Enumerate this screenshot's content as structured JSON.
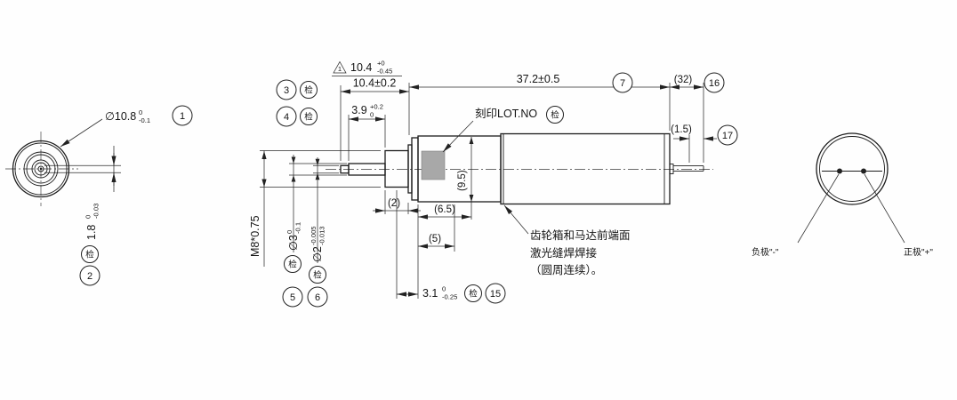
{
  "drawing": {
    "left_view": {
      "dia_label": {
        "value": "∅10.8",
        "tol_up": "0",
        "tol_dn": "-0.1",
        "balloon": "1"
      },
      "width_dim": {
        "value": "1.8",
        "tol_up": "0",
        "tol_dn": "-0.03",
        "inspect": "检",
        "balloon": "2"
      }
    },
    "main_view": {
      "flag_note": {
        "flag": "1",
        "value": "10.4",
        "tol_up": "+0",
        "tol_dn": "-0.45"
      },
      "dim_assembly": {
        "value": "10.4±0.2",
        "balloon": "3",
        "inspect": "检"
      },
      "dim_tip_len": {
        "value": "3.9",
        "tol_up": "+0.2",
        "tol_dn": "0",
        "balloon": "4",
        "inspect": "检"
      },
      "dim_body_len": {
        "value": "37.2±0.5",
        "balloon": "7"
      },
      "dim_lead_len": {
        "value": "(32)",
        "balloon": "16"
      },
      "dim_lead_tip": {
        "value": "(1.5)",
        "balloon": "17"
      },
      "dim_gearbox": {
        "value": "(9.5)"
      },
      "dim_relief": {
        "value": "(2)"
      },
      "dim_marking": {
        "value": "(6.5)"
      },
      "dim_front": {
        "value": "(5)"
      },
      "dim_flange": {
        "value": "3.1",
        "tol_up": "0",
        "tol_dn": "-0.25",
        "inspect": "检",
        "balloon": "15"
      },
      "dim_thread": {
        "value": "M8*0.75"
      },
      "dim_shaft_dia": {
        "value": "∅3",
        "tol_up": "0",
        "tol_dn": "-0.1",
        "inspect": "检",
        "balloon": "5"
      },
      "dim_tip_dia": {
        "value": "∅2",
        "tol_up": "-0.005",
        "tol_dn": "-0.013",
        "inspect": "检",
        "balloon": "6"
      },
      "marking_label": {
        "value": "刻印LOT.NO",
        "inspect": "检"
      },
      "weld_note": {
        "line1": "齿轮箱和马达前端面",
        "line2": "激光缝焊焊接",
        "line3": "（圆周连续）。"
      }
    },
    "right_view": {
      "negative_label": "负极\"-\"",
      "positive_label": "正极\"+\""
    }
  }
}
